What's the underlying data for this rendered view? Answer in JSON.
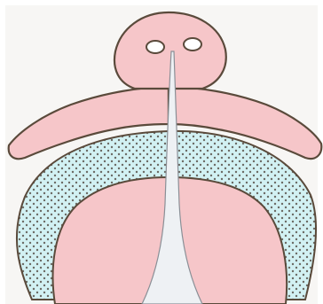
{
  "figure": {
    "kind": "anatomical-schematic",
    "parts": [
      {
        "id": "head-lobe",
        "color": "#f6c6c9"
      },
      {
        "id": "left-wing",
        "color": "#f6c6c9"
      },
      {
        "id": "right-wing",
        "color": "#f6c6c9"
      },
      {
        "id": "outer-arch-dotted",
        "color": "#d2f1f3"
      },
      {
        "id": "inner-lobe",
        "color": "#f6c6c9"
      },
      {
        "id": "central-cleft",
        "color": "#eef1f4"
      },
      {
        "id": "nostril-left"
      },
      {
        "id": "nostril-right"
      }
    ],
    "colors": {
      "paper": "#ffffff",
      "background": "#f7f6f4",
      "pink": "#f6c6c9",
      "cyan": "#d2f1f3",
      "outline": "#5a4a3b",
      "dots": "#6b6a64",
      "cleft": "#eef1f4"
    }
  }
}
